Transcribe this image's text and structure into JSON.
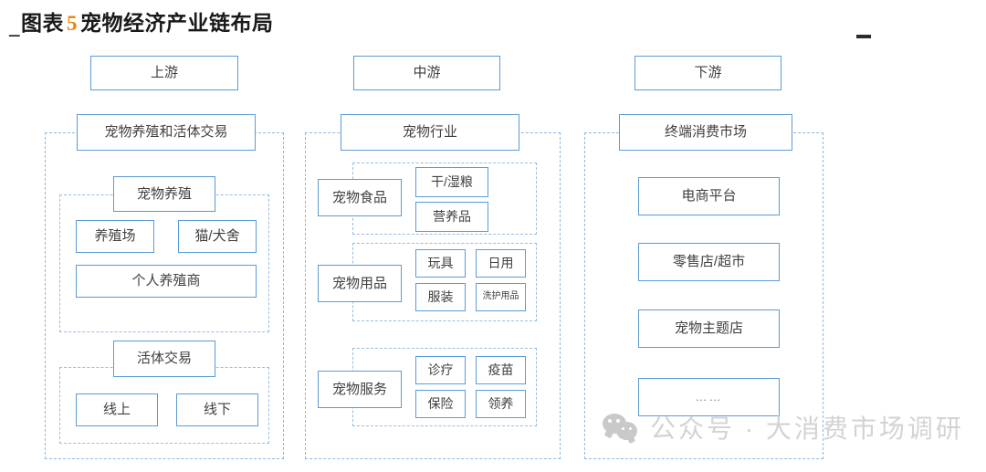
{
  "title": {
    "lead": "_",
    "prefix": "图表",
    "number": "5",
    "text": "宠物经济产业链布局"
  },
  "columns": {
    "upstream": {
      "header": "上游",
      "section_title": "宠物养殖和活体交易",
      "group_a": {
        "title": "宠物养殖",
        "items": [
          "养殖场",
          "猫/犬舍",
          "个人养殖商"
        ]
      },
      "group_b": {
        "title": "活体交易",
        "items": [
          "线上",
          "线下"
        ]
      }
    },
    "midstream": {
      "header": "中游",
      "section_title": "宠物行业",
      "group_a": {
        "title": "宠物食品",
        "items": [
          "干/湿粮",
          "营养品"
        ]
      },
      "group_b": {
        "title": "宠物用品",
        "items": [
          "玩具",
          "日用",
          "服装",
          "洗护用品"
        ]
      },
      "group_c": {
        "title": "宠物服务",
        "items": [
          "诊疗",
          "疫苗",
          "保险",
          "领养"
        ]
      }
    },
    "downstream": {
      "header": "下游",
      "section_title": "终端消费市场",
      "items": [
        "电商平台",
        "零售店/超市",
        "宠物主题店",
        "……"
      ]
    }
  },
  "watermark": {
    "icon": "wechat-icon",
    "text": "公众号 · 大消费市场调研"
  },
  "colors": {
    "box_border": "#5b9bd5",
    "dashed_border": "#8fb8e0",
    "title_number": "#e8890c",
    "watermark": "#d3d3d3"
  }
}
